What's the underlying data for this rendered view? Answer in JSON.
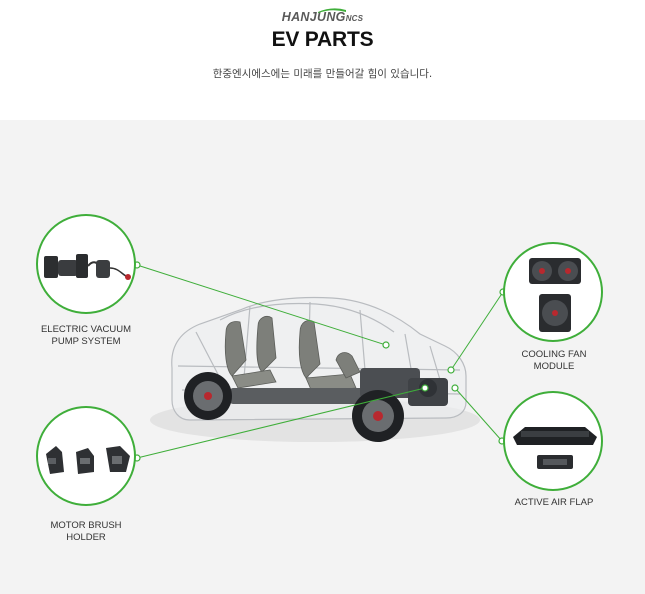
{
  "brand": {
    "logo_main": "HANJUNG",
    "logo_suffix": "NCS",
    "accent": "#3fae3a"
  },
  "header": {
    "title": "EV PARTS",
    "subtitle": "한중엔시에스에는 미래를 만들어갈 힘이 있습니다."
  },
  "parts": [
    {
      "label": "ELECTRIC VACUUM\nPUMP SYSTEM",
      "icon": "vacuum-pump-icon"
    },
    {
      "label": "MOTOR BRUSH\nHOLDER",
      "icon": "brush-holder-icon"
    },
    {
      "label": "COOLING FAN\nMODULE",
      "icon": "cooling-fan-icon"
    },
    {
      "label": "ACTIVE AIR FLAP",
      "icon": "air-flap-icon"
    }
  ],
  "illustration": {
    "icon": "ev-chassis-car-icon"
  }
}
